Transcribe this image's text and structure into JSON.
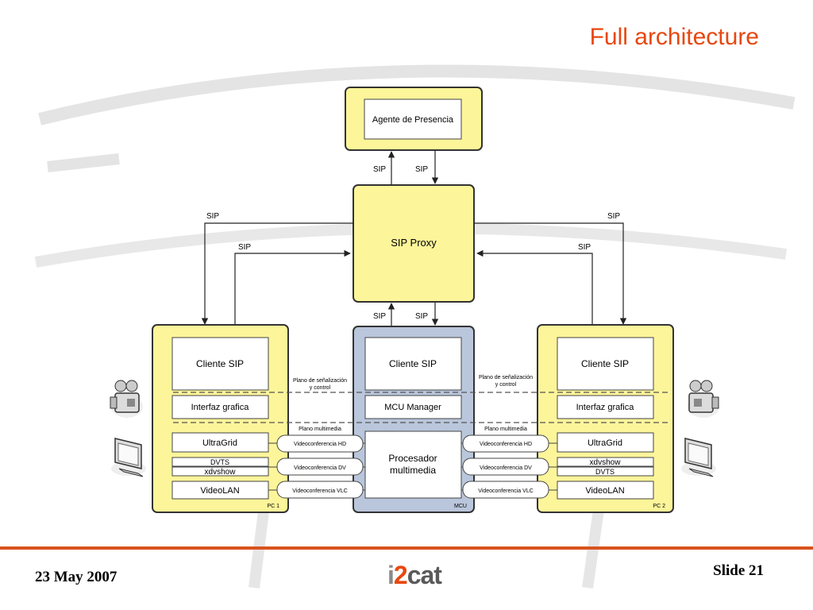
{
  "slide": {
    "title": "Full architecture",
    "date": "23 May 2007",
    "number": "Slide 21",
    "logo": {
      "part1": "i",
      "part2": "2",
      "part3": "cat"
    }
  },
  "colors": {
    "accent": "#e8470f",
    "box_yellow": "#fdf59a",
    "box_blue": "#b9c6db",
    "border": "#333333"
  },
  "diagram": {
    "presence_agent": "Agente de Presencia",
    "sip_proxy": "SIP Proxy",
    "sip_labels": {
      "top_left": "SIP",
      "top_right": "SIP",
      "outer_left": "SIP",
      "inner_left": "SIP",
      "outer_right": "SIP",
      "inner_right": "SIP",
      "mcu_left": "SIP",
      "mcu_right": "SIP"
    },
    "pc1": {
      "footer": "PC 1",
      "client": "Cliente SIP",
      "gui": "Interfaz grafica",
      "apps": [
        "UltraGrid",
        "DVTS",
        "xdvshow",
        "VideoLAN"
      ]
    },
    "mcu": {
      "footer": "MCU",
      "client": "Cliente SIP",
      "manager": "MCU Manager",
      "processor_line1": "Procesador",
      "processor_line2": "multimedia"
    },
    "pc2": {
      "footer": "PC 2",
      "client": "Cliente SIP",
      "gui": "Interfaz grafica",
      "apps": [
        "UltraGrid",
        "xdvshow",
        "DVTS",
        "VideoLAN"
      ]
    },
    "planes": {
      "signaling_line1": "Plano de señalización",
      "signaling_line2": "y control",
      "multimedia": "Plano multimedia"
    },
    "links": {
      "hd": "Videoconferencia HD",
      "dv": "Videoconferencia DV",
      "vlc": "Videoconferencia VLC"
    },
    "icons": [
      "camcorder-icon",
      "monitor-icon"
    ]
  }
}
